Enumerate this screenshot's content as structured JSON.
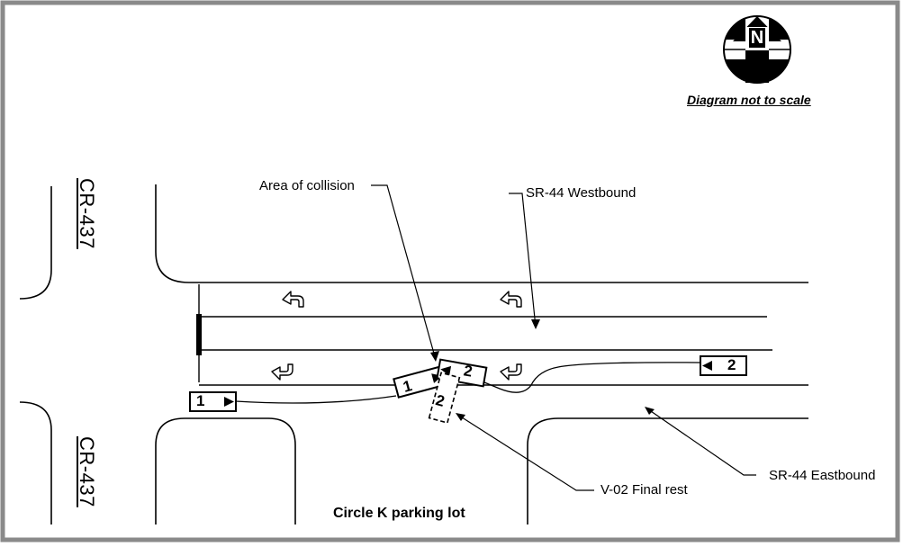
{
  "diagram": {
    "compass_letter": "N",
    "note": "Diagram not to scale",
    "roads": {
      "cross_road_north": "CR-437",
      "cross_road_south": "CR-437",
      "westbound_label": "SR-44 Westbound",
      "eastbound_label": "SR-44 Eastbound"
    },
    "callouts": {
      "area_of_collision": "Area of collision",
      "v02_final_rest": "V-02 Final rest"
    },
    "parking_lot": "Circle K parking lot",
    "vehicles": {
      "v1_start": "1",
      "v1_impact": "1",
      "v2_start": "2",
      "v2_impact": "2",
      "v2_final": "2"
    },
    "colors": {
      "ink": "#000000",
      "frame": "#7f7f7f",
      "background": "#ffffff"
    }
  }
}
